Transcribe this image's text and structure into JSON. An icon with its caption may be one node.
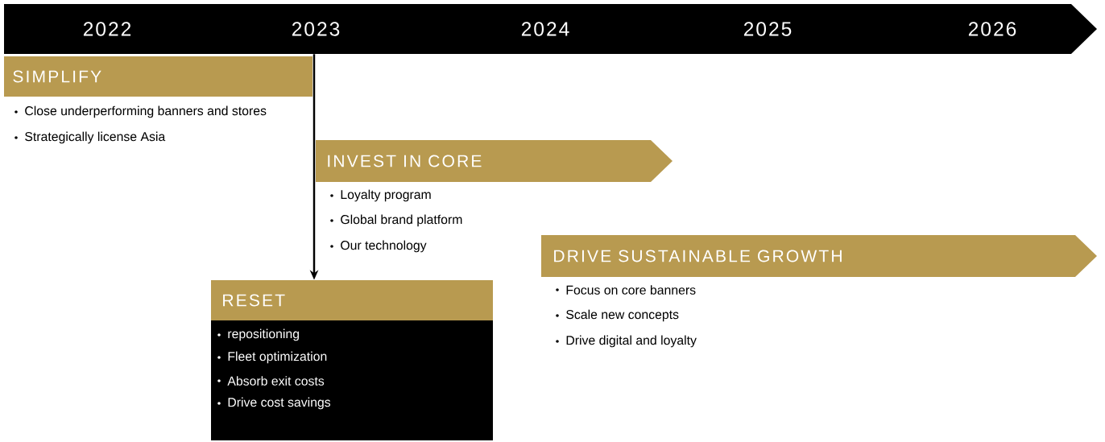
{
  "diagram": {
    "nodes": [
      {
        "text": [
          "2022",
          "2023",
          "2024",
          "2025",
          "2026"
        ]
      },
      {
        "text": [
          "SIMPLIFY",
          "Close underperforming banners and stores",
          "Strategically license Asia"
        ]
      },
      {
        "text": [
          "INVEST IN CORE",
          "Loyalty program",
          "Global brand platform",
          "Our technology"
        ]
      },
      {
        "text": [
          "DRIVE SUSTAINABLE GROWTH",
          "Focus on core banners",
          "Scale new concepts",
          "Drive digital and loyalty"
        ]
      },
      {
        "text": [
          "RESET",
          "repositioning",
          "Fleet optimization",
          "Absorb exit costs",
          "Drive cost savings"
        ]
      }
    ],
    "edges": [
      {
        "from": 0,
        "to": 4,
        "arrow": "to"
      }
    ]
  }
}
